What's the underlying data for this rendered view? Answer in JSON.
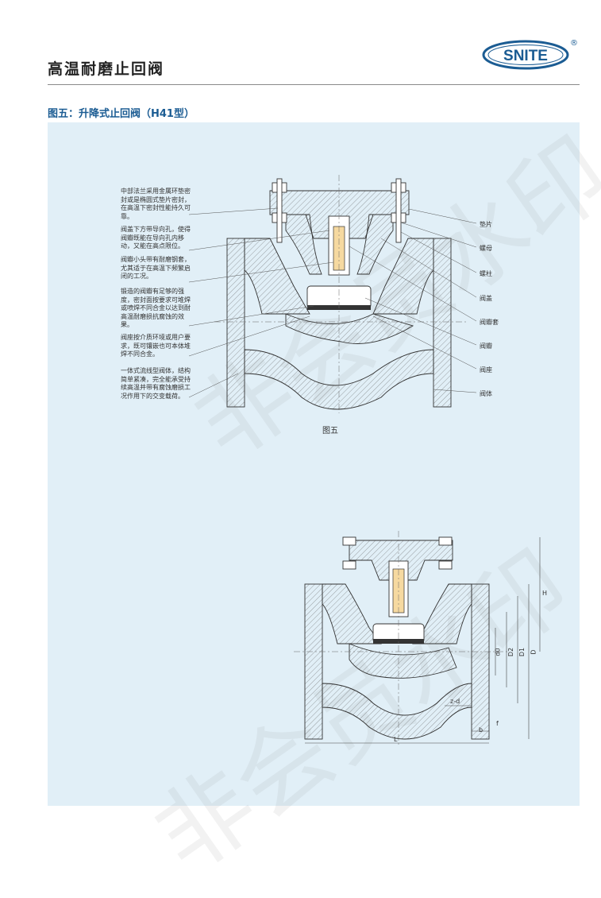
{
  "header": {
    "title": "高温耐磨止回阀",
    "brand": "SNITE",
    "registered": "®"
  },
  "section": {
    "subtitle": "图五：升降式止回阀（H41型）"
  },
  "figure": {
    "caption": "图五",
    "annotations": [
      "中部法兰采用金属环垫密封或是椭圆式垫片密封，在高温下密封性能持久可靠。",
      "阀盖下方带导向孔，使得阀瓣既能在导向孔内移动，又能在高点限位。",
      "阀瓣小头带有耐磨钢套，尤其适于在高温下频繁启闭的工况。",
      "锻造的阀瓣有足够的强度，密封面按要求可堆焊或喷焊不同合金以达到耐高温耐磨损抗腐蚀的效果。",
      "阀座按介质环境或用户要求，既可镶嵌也可本体堆焊不同合金。",
      "一体式流线型阀体，结构简单紧凑，完全能承受持续高温并带有腐蚀磨损工况作用下的交变载荷。"
    ],
    "part_labels": [
      "垫片",
      "螺母",
      "螺柱",
      "阀盖",
      "阀瓣套",
      "阀瓣",
      "阀座",
      "阀体"
    ]
  },
  "drawing2": {
    "dims": [
      "H",
      "D",
      "D1",
      "D2",
      "d0",
      "z-d",
      "b",
      "f",
      "L"
    ]
  },
  "colors": {
    "brand_blue": "#1b5c93",
    "panel_bg": "#e1eff7"
  }
}
